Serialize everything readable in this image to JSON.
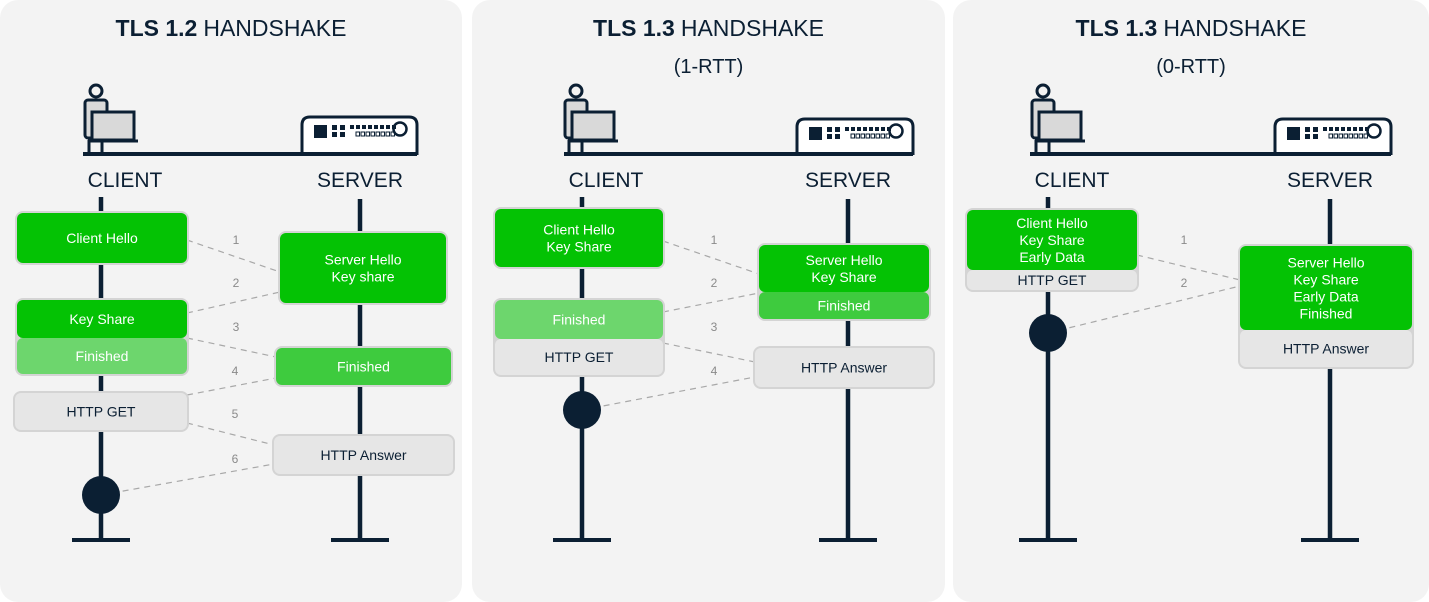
{
  "colors": {
    "green_dark": "#04c204",
    "green_mid": "#3ecb3e",
    "green_light": "#6dd66d",
    "gray_box": "#e6e6e6",
    "navy": "#0b1f33",
    "panel_bg": "#f3f3f3"
  },
  "icons": {
    "client": "person-at-laptop-icon",
    "server": "server-rack-icon"
  },
  "panels": [
    {
      "title_bold": "TLS 1.2",
      "title_rest": "HANDSHAKE",
      "subtitle": "",
      "client_label": "CLIENT",
      "server_label": "SERVER",
      "steps": [
        "1",
        "2",
        "3",
        "4",
        "5",
        "6"
      ],
      "boxes": [
        {
          "lines": [
            "Client Hello"
          ],
          "color": "green_dark"
        },
        {
          "lines": [
            "Server Hello",
            "Key share"
          ],
          "color": "green_dark"
        },
        {
          "lines": [
            "Key Share"
          ],
          "color": "green_dark"
        },
        {
          "lines": [
            "Finished"
          ],
          "color": "green_light"
        },
        {
          "lines": [
            "Finished"
          ],
          "color": "green_mid"
        },
        {
          "lines": [
            "HTTP GET"
          ],
          "color": "gray_box"
        },
        {
          "lines": [
            "HTTP Answer"
          ],
          "color": "gray_box"
        }
      ]
    },
    {
      "title_bold": "TLS 1.3",
      "title_rest": "HANDSHAKE",
      "subtitle": "(1-RTT)",
      "client_label": "CLIENT",
      "server_label": "SERVER",
      "steps": [
        "1",
        "2",
        "3",
        "4"
      ],
      "boxes": [
        {
          "lines": [
            "Client Hello",
            "Key Share"
          ],
          "color": "green_dark"
        },
        {
          "lines": [
            "Server Hello",
            "Key Share"
          ],
          "color": "green_dark"
        },
        {
          "lines": [
            "Finished"
          ],
          "color": "green_light"
        },
        {
          "lines": [
            "Finished"
          ],
          "color": "green_mid"
        },
        {
          "lines": [
            "HTTP GET"
          ],
          "color": "gray_box"
        },
        {
          "lines": [
            "HTTP Answer"
          ],
          "color": "gray_box"
        }
      ]
    },
    {
      "title_bold": "TLS 1.3",
      "title_rest": "HANDSHAKE",
      "subtitle": "(0-RTT)",
      "client_label": "CLIENT",
      "server_label": "SERVER",
      "steps": [
        "1",
        "2"
      ],
      "boxes": [
        {
          "lines": [
            "Client Hello",
            "Key Share",
            "Early Data"
          ],
          "color": "green_dark"
        },
        {
          "lines": [
            "HTTP GET"
          ],
          "color": "gray_box"
        },
        {
          "lines": [
            "Server Hello",
            "Key Share",
            "Early Data",
            "Finished"
          ],
          "color": "green_dark"
        },
        {
          "lines": [
            "HTTP Answer"
          ],
          "color": "gray_box"
        }
      ]
    }
  ]
}
